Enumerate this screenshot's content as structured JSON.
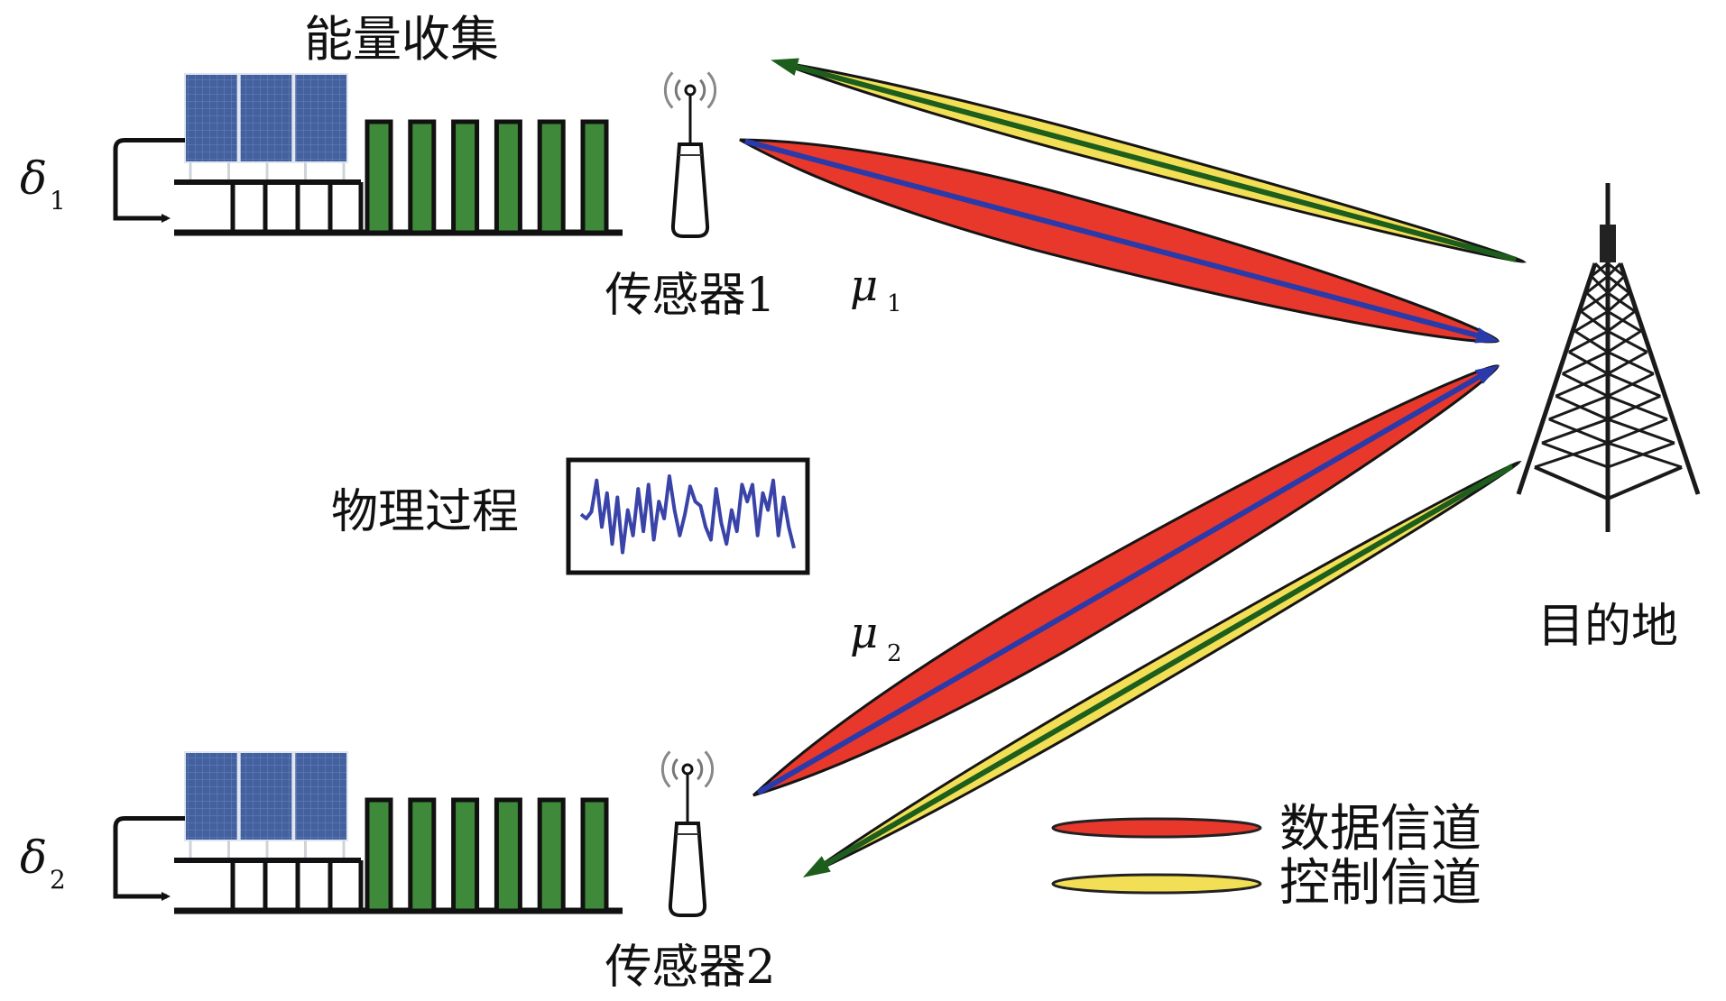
{
  "labels": {
    "energy_harvesting": "能量收集",
    "sensor1": "传感器1",
    "sensor2": "传感器2",
    "physical_process": "物理过程",
    "destination": "目的地"
  },
  "symbols": {
    "delta1": {
      "base": "δ",
      "sub": "1"
    },
    "delta2": {
      "base": "δ",
      "sub": "2"
    },
    "mu1": {
      "base": "μ",
      "sub": "1"
    },
    "mu2": {
      "base": "μ",
      "sub": "2"
    }
  },
  "legend": {
    "items": [
      {
        "label": "数据信道",
        "color": "#e8382c",
        "stripe": "#2a3aa8"
      },
      {
        "label": "控制信道",
        "color": "#f3df55",
        "stripe": "#1d5e1d"
      }
    ]
  },
  "sensors": [
    {
      "name": "sensor1",
      "queue_slots": 4,
      "energy_units": 6,
      "solar_panels": 3
    },
    {
      "name": "sensor2",
      "queue_slots": 4,
      "energy_units": 6,
      "solar_panels": 3
    }
  ],
  "colors": {
    "data_channel": "#e8382c",
    "data_channel_stripe": "#2a3aa8",
    "control_channel": "#f3df55",
    "control_channel_stripe": "#1d5e1d",
    "energy_bar": "#3f8a3a",
    "solar_panel": "#3f5c9e",
    "signal_trace": "#3a44a8"
  },
  "signal_samples": [
    0.55,
    0.5,
    0.58,
    0.95,
    0.4,
    0.8,
    0.2,
    0.75,
    0.1,
    0.6,
    0.3,
    0.85,
    0.35,
    0.9,
    0.25,
    0.7,
    0.5,
    1.0,
    0.6,
    0.3,
    0.55,
    0.88,
    0.7,
    0.65,
    0.4,
    0.25,
    0.85,
    0.45,
    0.2,
    0.6,
    0.35,
    0.9,
    0.7,
    0.9,
    0.3,
    0.8,
    0.6,
    0.95,
    0.3,
    0.75,
    0.4,
    0.15
  ]
}
